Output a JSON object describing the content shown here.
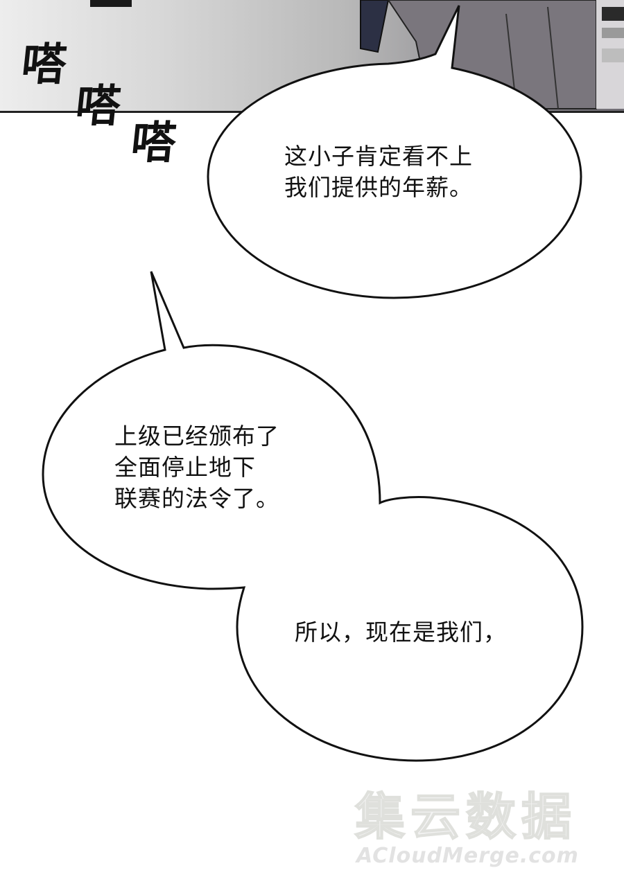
{
  "sfx": [
    "嗒",
    "嗒",
    "嗒"
  ],
  "bubbles": {
    "first": "这小子肯定看不上\n我们提供的年薪。",
    "second": "上级已经颁布了\n全面停止地下\n联赛的法令了。",
    "third": "所以，现在是我们，"
  },
  "watermark": {
    "chinese": "集云数据",
    "english": "ACloudMerge.com"
  }
}
